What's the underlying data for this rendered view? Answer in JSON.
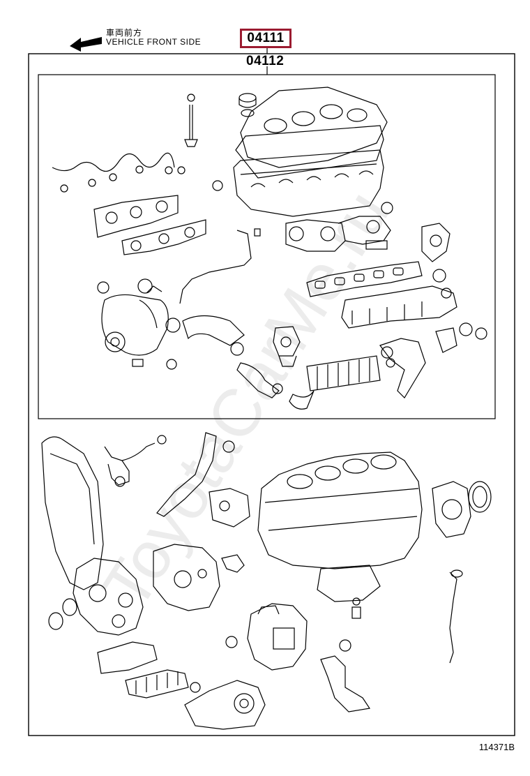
{
  "header": {
    "direction_label_jp": "車両前方",
    "direction_label_en": "VEHICLE FRONT SIDE",
    "callout_primary": "04111",
    "callout_secondary": "04112"
  },
  "footer": {
    "diagram_id": "114371B"
  },
  "watermark": {
    "text": "ToyotaCarMe.ru"
  },
  "colors": {
    "highlight_border": "#9b1b30",
    "line": "#000000",
    "watermark": "#e6e6e6"
  },
  "icons": {
    "direction_arrow": "arrow-left-icon"
  }
}
